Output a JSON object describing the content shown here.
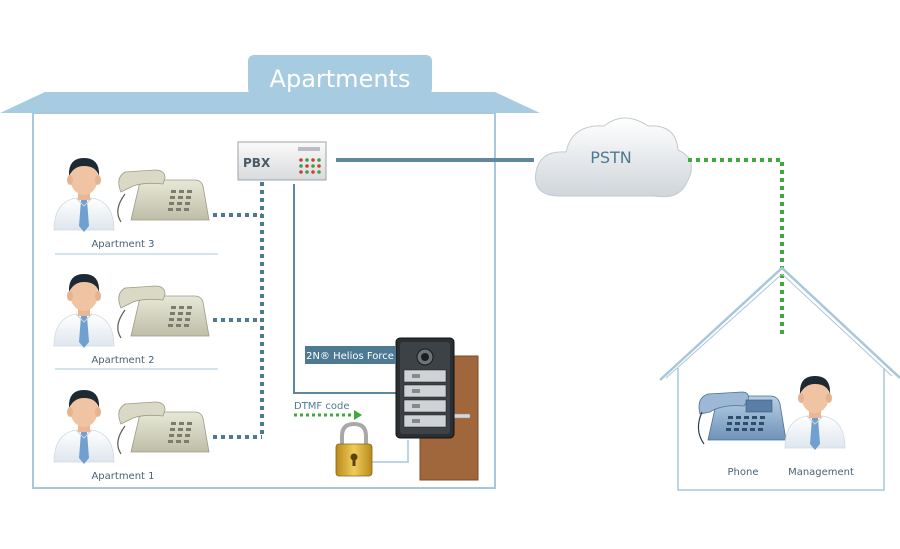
{
  "title": "Apartments",
  "pbx_label": "PBX",
  "pstn_label": "PSTN",
  "device_label": "2N® Helios Force",
  "dtmf_label": "DTMF code",
  "apartments": [
    {
      "label": "Apartment 3"
    },
    {
      "label": "Apartment 2"
    },
    {
      "label": "Apartment 1"
    }
  ],
  "management_house": {
    "phone_label": "Phone",
    "management_label": "Management"
  },
  "colors": {
    "banner": "#a7cbe0",
    "house_outline": "#a9c7da",
    "pbx_line": "#5d88a0",
    "dotted_line": "#4d7a92",
    "green_line": "#3fa83f",
    "door": "#a0673d"
  }
}
